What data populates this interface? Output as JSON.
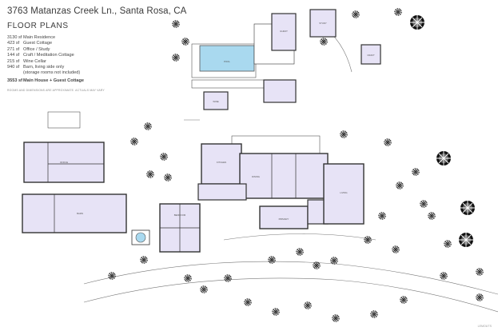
{
  "header": {
    "address": "3763 Matanzas Creek Ln., Santa Rosa, CA",
    "heading": "FLOOR PLANS"
  },
  "areas": [
    {
      "sf": "3130 sf",
      "label": "Main Residence"
    },
    {
      "sf": "423 sf",
      "label": "Guest Cottage"
    },
    {
      "sf": "271 sf",
      "label": "Office / Study"
    },
    {
      "sf": "144 sf",
      "label": "Craft / Meditation Cottage"
    },
    {
      "sf": "215 sf",
      "label": "Wine Cellar"
    },
    {
      "sf": "940 sf",
      "label": "Barn, living side only"
    },
    {
      "sf": "",
      "label": "(storage rooms not included)"
    }
  ],
  "total": {
    "sf": "3553 sf",
    "label": "Main House + Guest Cottage"
  },
  "note": "ROOMS AND DIMENSIONS ARE APPROXIMATE. ACTUALS MAY VARY",
  "copyright": "LEMOUTS",
  "colors": {
    "room_fill": "#e7e3f6",
    "wall": "#333333",
    "pool": "#a9d9ef",
    "tree": "#222222"
  }
}
